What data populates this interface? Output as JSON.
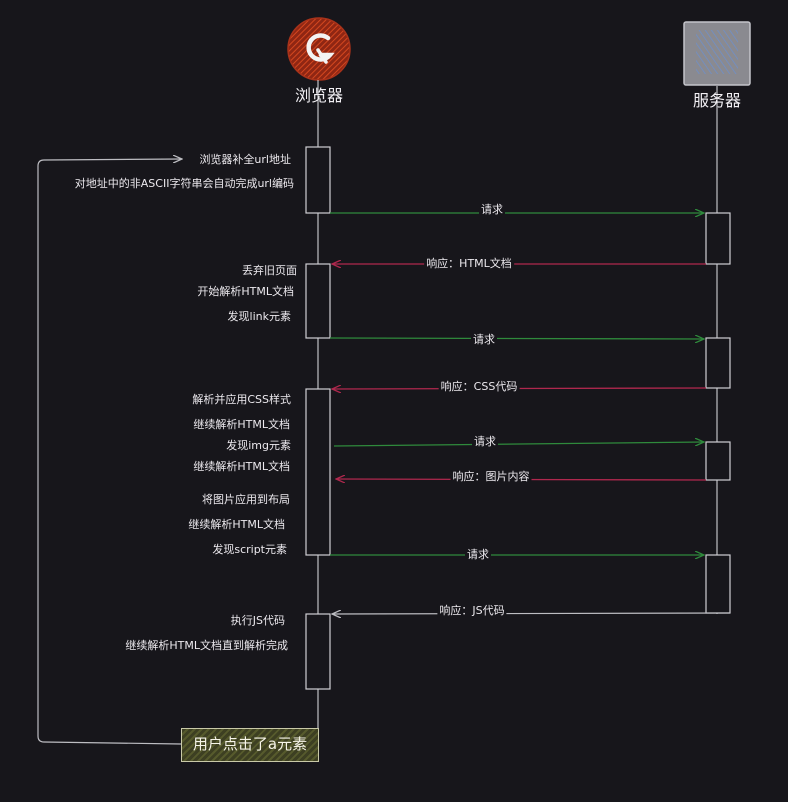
{
  "actors": {
    "browser": {
      "name": "浏览器",
      "icon": "browser-logo-icon"
    },
    "server": {
      "name": "服务器",
      "icon": "server-icon"
    }
  },
  "colors": {
    "background": "#17161b",
    "request_arrow": "#2f8a3c",
    "response_arrow": "#b0284e",
    "lifeline": "#cfcfd4",
    "browser_logo": "#c0391b",
    "server_body": "#8a8a90",
    "trigger_fill": "#565a2c"
  },
  "browser_notes": {
    "complete_url": "浏览器补全url地址",
    "encode_url": "对地址中的非ASCII字符串会自动完成url编码",
    "discard_page": "丢弃旧页面",
    "start_parse": "开始解析HTML文档",
    "found_link": "发现link元素",
    "apply_css": "解析并应用CSS样式",
    "continue_parse_1": "继续解析HTML文档",
    "found_img": "发现img元素",
    "continue_parse_2": "继续解析HTML文档",
    "apply_image": "将图片应用到布局",
    "continue_parse_3": "继续解析HTML文档",
    "found_script": "发现script元素",
    "exec_js": "执行JS代码",
    "parse_done": "继续解析HTML文档直到解析完成"
  },
  "messages": {
    "request_1": "请求",
    "response_html": "响应：HTML文档",
    "request_2": "请求",
    "response_css": "响应：CSS代码",
    "request_3": "请求",
    "response_img": "响应：图片内容",
    "request_4": "请求",
    "response_js": "响应：JS代码"
  },
  "trigger": {
    "label": "用户点击了a元素"
  }
}
